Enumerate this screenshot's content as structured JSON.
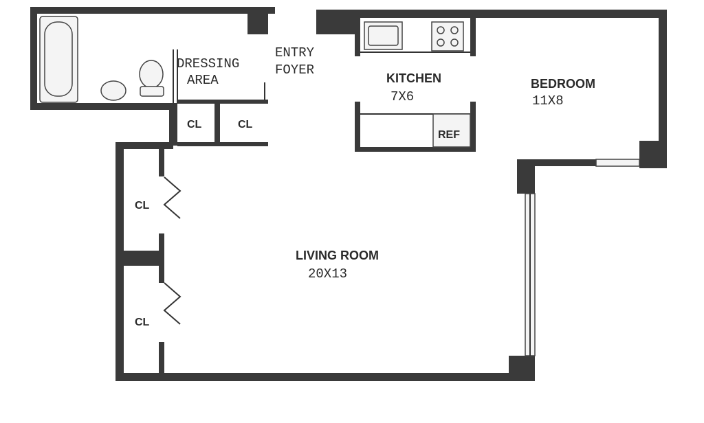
{
  "rooms": {
    "dressing": {
      "name_line1": "DRESSING",
      "name_line2": "AREA"
    },
    "entry": {
      "name_line1": "ENTRY",
      "name_line2": "FOYER"
    },
    "kitchen": {
      "name": "KITCHEN",
      "size": "7X6"
    },
    "bedroom": {
      "name": "BEDROOM",
      "size": "11X8"
    },
    "living": {
      "name": "LIVING ROOM",
      "size": "20X13"
    },
    "closet_top_left": {
      "name": "CL"
    },
    "closet_top_right": {
      "name": "CL"
    },
    "closet_living_upper": {
      "name": "CL"
    },
    "closet_living_lower": {
      "name": "CL"
    },
    "refrigerator": {
      "name": "REF"
    }
  },
  "colors": {
    "wall": "#3a3a3a",
    "background": "#ffffff"
  }
}
